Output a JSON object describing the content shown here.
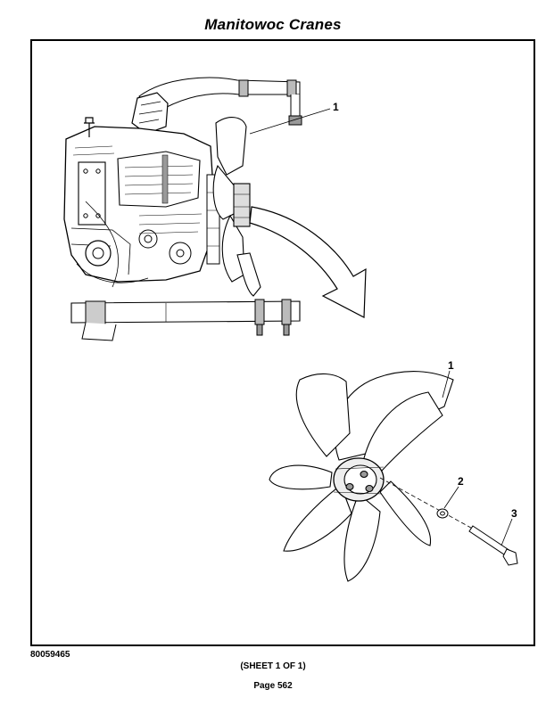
{
  "header": {
    "title": "Manitowoc Cranes"
  },
  "illustration": {
    "callouts": [
      "1",
      "1",
      "2",
      "3"
    ]
  },
  "footer": {
    "drawing_number": "80059465",
    "sheet": "(SHEET 1 OF 1)",
    "page": "Page 562"
  },
  "colors": {
    "line": "#000000",
    "fill": "#ffffff",
    "shade": "#b8b8b8"
  }
}
